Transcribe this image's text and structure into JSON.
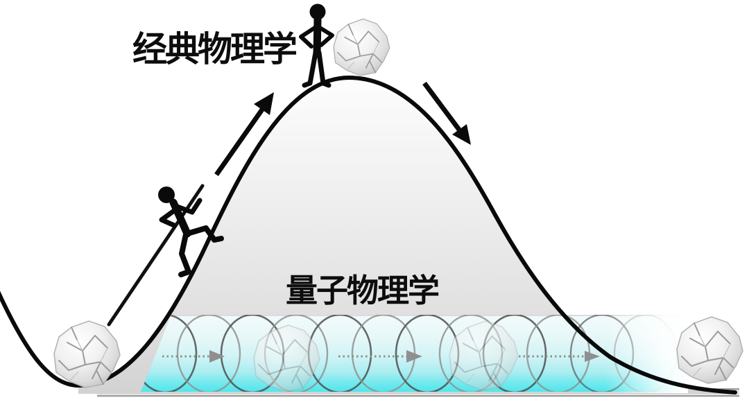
{
  "diagram": {
    "labels": {
      "classical_physics": "经典物理学",
      "quantum_physics": "量子物理学"
    },
    "colors": {
      "outline_black": "#0a0a0a",
      "hill_fill_top": "#fcfcfc",
      "hill_fill_bottom": "#d2d2d2",
      "tunnel_cyan_bottom": "#4fe6ec",
      "tunnel_cyan_mid": "#a8edf0",
      "coil_dark": "#4f4f4f",
      "coil_light": "#909090",
      "dotted_arrow_gray": "#8f8f8f",
      "ground_gray": "#9a9a9a",
      "paper_ball_shade": "#bfbfbf"
    },
    "elements": {
      "hill": "potential-barrier-hill",
      "climber": "climbing-stick-figure",
      "summit_figure": "standing-stick-figure",
      "up_arrow": "ascent-arrow-icon",
      "down_arrow": "descent-arrow-icon",
      "tunnel": "quantum-tunnel-band",
      "tunnel_coil": "tunnel-coil-spring",
      "tunnel_arrows": "tunneling-direction-dotted-arrows",
      "paper_balls": "crumpled-paper-balls",
      "ground": "ground-line"
    }
  }
}
